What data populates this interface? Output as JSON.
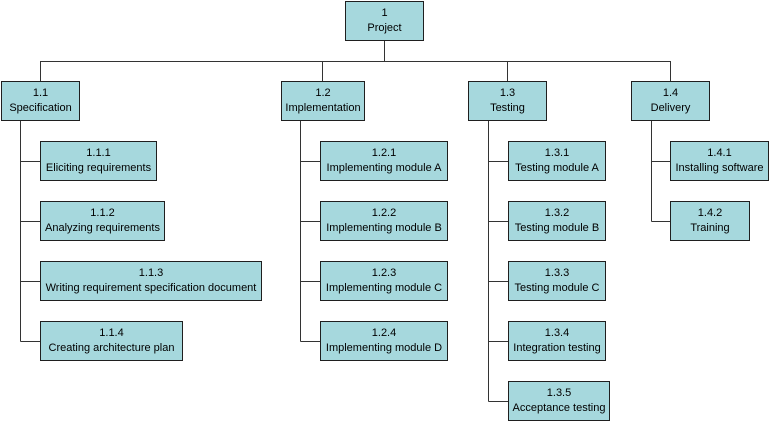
{
  "colors": {
    "node_fill": "#a6d8dd",
    "node_border": "#1f1f1f",
    "connector": "#333333"
  },
  "root": {
    "code": "1",
    "label": "Project"
  },
  "phases": [
    {
      "code": "1.1",
      "label": "Specification",
      "tasks": [
        {
          "code": "1.1.1",
          "label": "Eliciting requirements"
        },
        {
          "code": "1.1.2",
          "label": "Analyzing requirements"
        },
        {
          "code": "1.1.3",
          "label": "Writing requirement specification document"
        },
        {
          "code": "1.1.4",
          "label": "Creating architecture plan"
        }
      ]
    },
    {
      "code": "1.2",
      "label": "Implementation",
      "tasks": [
        {
          "code": "1.2.1",
          "label": "Implementing module A"
        },
        {
          "code": "1.2.2",
          "label": "Implementing module B"
        },
        {
          "code": "1.2.3",
          "label": "Implementing module C"
        },
        {
          "code": "1.2.4",
          "label": "Implementing module D"
        }
      ]
    },
    {
      "code": "1.3",
      "label": "Testing",
      "tasks": [
        {
          "code": "1.3.1",
          "label": "Testing module A"
        },
        {
          "code": "1.3.2",
          "label": "Testing module B"
        },
        {
          "code": "1.3.3",
          "label": "Testing module C"
        },
        {
          "code": "1.3.4",
          "label": "Integration testing"
        },
        {
          "code": "1.3.5",
          "label": "Acceptance testing"
        }
      ]
    },
    {
      "code": "1.4",
      "label": "Delivery",
      "tasks": [
        {
          "code": "1.4.1",
          "label": "Installing software"
        },
        {
          "code": "1.4.2",
          "label": "Training"
        }
      ]
    }
  ]
}
